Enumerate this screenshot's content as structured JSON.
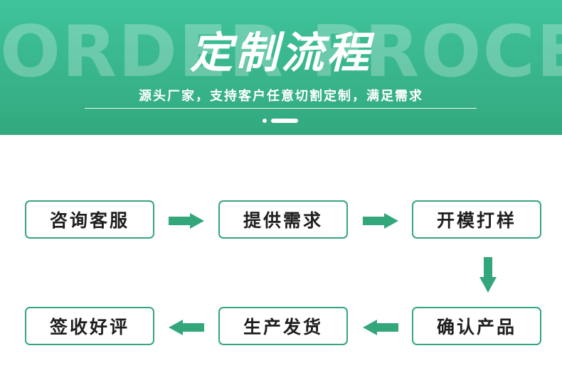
{
  "header": {
    "background_text": "ORDER PROCESS",
    "title": "定制流程",
    "subtitle": "源头厂家，支持客户任意切割定制，满足需求"
  },
  "colors": {
    "header_top": "#3fc39b",
    "header_bottom": "#33a97f",
    "accent": "#33a67c",
    "text": "#1e1e1e"
  },
  "steps": [
    {
      "label": "咨询客服"
    },
    {
      "label": "提供需求"
    },
    {
      "label": "开模打样"
    },
    {
      "label": "确认产品"
    },
    {
      "label": "生产发货"
    },
    {
      "label": "签收好评"
    }
  ],
  "arrows": [
    "arrow-right-icon",
    "arrow-right-icon",
    "arrow-down-icon",
    "arrow-left-icon",
    "arrow-left-icon"
  ]
}
